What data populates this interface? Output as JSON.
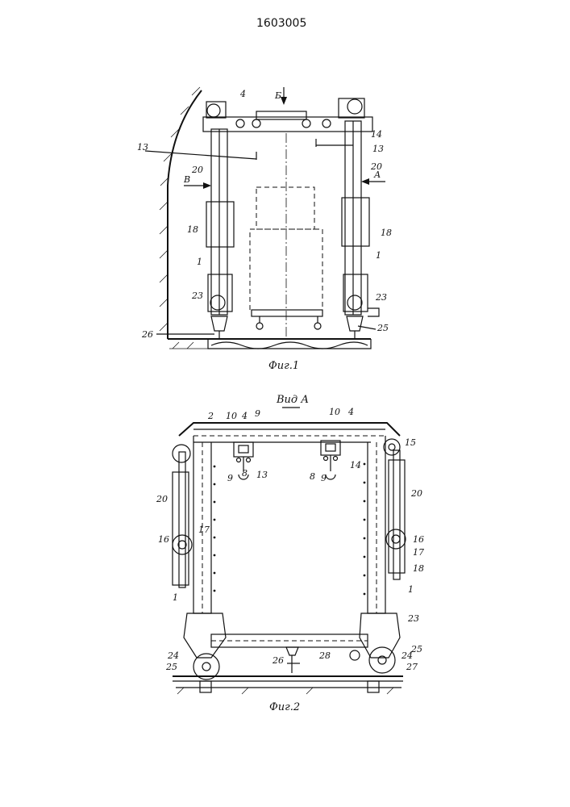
{
  "document": {
    "patent_number": "1603005"
  },
  "figure1": {
    "caption": "Фиг.1",
    "labels": {
      "l4": "4",
      "lB_cyr": "Б",
      "l14": "14",
      "l13_left": "13",
      "l13_right": "13",
      "l20_left": "20",
      "l20_right": "20",
      "lB": "В",
      "lA": "А",
      "l18_left": "18",
      "l18_right": "18",
      "l1_left": "1",
      "l1_right": "1",
      "l23_left": "23",
      "l23_right": "23",
      "l26": "26",
      "l25": "25"
    }
  },
  "figure2": {
    "view_title": "Вид А",
    "caption": "Фиг.2",
    "labels": {
      "l2": "2",
      "l10_left": "10",
      "l4_left": "4",
      "l9_left_top": "9",
      "l10_right": "10",
      "l4_right": "4",
      "l15": "15",
      "l9_left_bot": "9",
      "l8_left": "8",
      "l13": "13",
      "l8_right": "8",
      "l9_right_bot": "9",
      "l14": "14",
      "l20_left": "20",
      "l20_right": "20",
      "l17_left": "17",
      "l16_left": "16",
      "l16_right": "16",
      "l17_right": "17",
      "l18": "18",
      "l1_left": "1",
      "l1_right": "1",
      "l23": "23",
      "l24_left": "24",
      "l25_left": "25",
      "l25_right": "25",
      "l24_right": "24",
      "l27": "27",
      "l28": "28",
      "l26": "26"
    }
  }
}
